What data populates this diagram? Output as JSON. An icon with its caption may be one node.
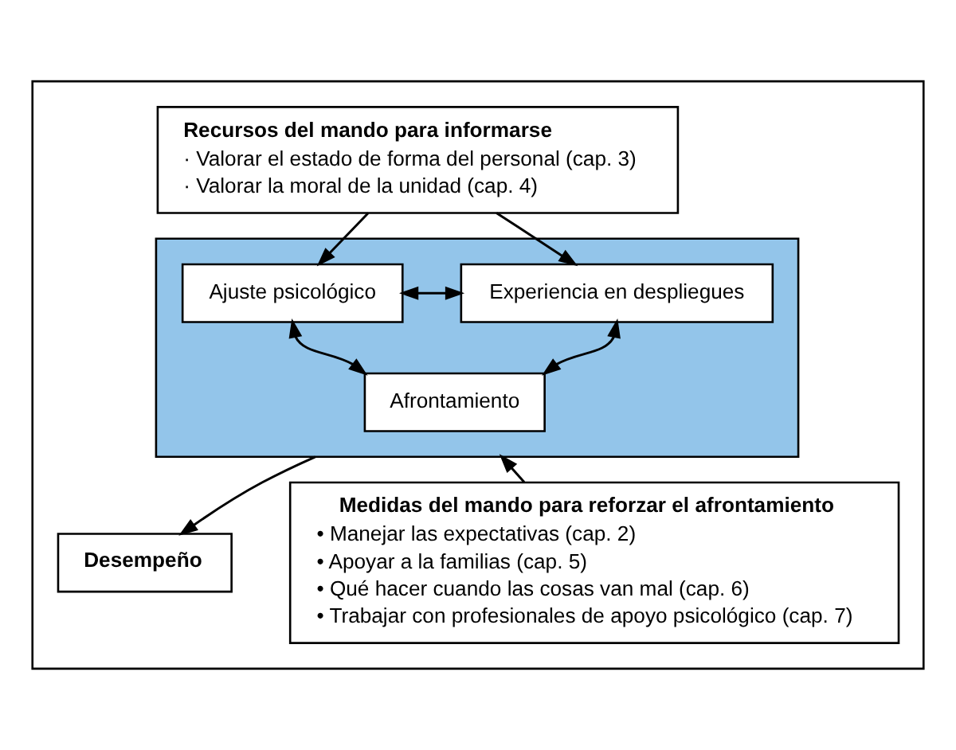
{
  "diagram": {
    "nodes": [
      {
        "text": [],
        "shape": "box"
      },
      {
        "text": [
          "Recursos del mando para informarse",
          "· Valorar el estado de forma del personal (cap. 3)",
          "· Valorar la moral de la unidad (cap. 4)"
        ],
        "in": 0
      },
      {
        "text": [],
        "shape": "box",
        "in": 0
      },
      {
        "text": [
          "Ajuste psicológico"
        ],
        "in": 2
      },
      {
        "text": [
          "Experiencia en despliegues"
        ],
        "in": 2
      },
      {
        "text": [
          "Afrontamiento"
        ],
        "in": 2
      },
      {
        "text": [
          "Desempeño"
        ],
        "in": 0
      },
      {
        "text": [
          "Medidas del mando para reforzar el afrontamiento",
          "• Manejar las expectativas (cap. 2)",
          "• Apoyar a la familias (cap. 5)",
          "• Qué hacer cuando las cosas van mal (cap. 6)",
          "• Trabajar con profesionales de apoyo psicológico (cap. 7)"
        ],
        "in": 0
      }
    ],
    "edges": [
      {
        "from": 1,
        "to": 3,
        "arrow": "to"
      },
      {
        "from": 1,
        "to": 4,
        "arrow": "to"
      },
      {
        "from": 3,
        "to": 4,
        "arrow": "both"
      },
      {
        "from": 3,
        "to": 5,
        "arrow": "both"
      },
      {
        "from": 4,
        "to": 5,
        "arrow": "both"
      },
      {
        "from": 2,
        "to": 6,
        "arrow": "to"
      },
      {
        "from": 7,
        "to": 2,
        "arrow": "to"
      }
    ]
  }
}
